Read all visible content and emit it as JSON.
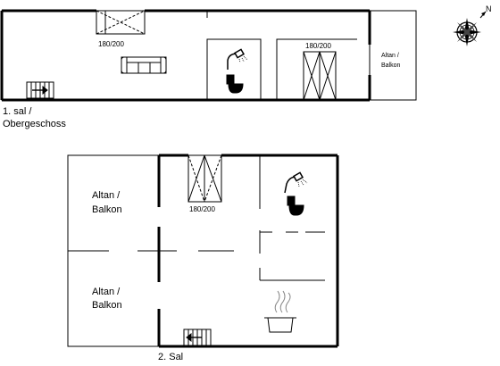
{
  "floors": {
    "upper": {
      "caption_line1": "1. sal /",
      "caption_line2": "Obergeschoss",
      "bed_top_size": "180/200",
      "bed_right_size": "180/200",
      "balcony_line1": "Altan /",
      "balcony_line2": "Balkon"
    },
    "lower": {
      "caption": "2. Sal",
      "bed_size": "180/200",
      "balcony_top_line1": "Altan /",
      "balcony_top_line2": "Balkon",
      "balcony_bottom_line1": "Altan /",
      "balcony_bottom_line2": "Balkon"
    }
  },
  "compass": {
    "north_label": "N"
  }
}
